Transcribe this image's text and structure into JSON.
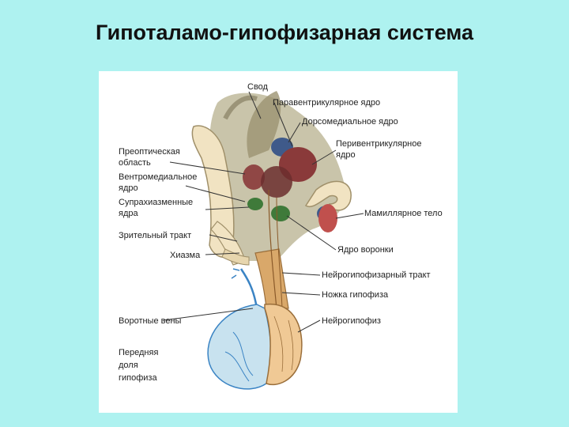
{
  "title": "Гипоталамо-гипофизарная система",
  "colors": {
    "background": "#aef2f0",
    "panel": "#ffffff",
    "nucleus_dark": "#8a3a3a",
    "nucleus_blue": "#3f5a8a",
    "nucleus_green": "#3f7a3a",
    "mamillary": "#c0504d",
    "portal_blue": "#3b84c4",
    "stalk": "#d9a86a"
  },
  "labels": {
    "fornix": "Свод",
    "paraventricular": "Паравентрикулярное ядро",
    "dorsomedial": "Дорсомедиальное ядро",
    "periventricular_1": "Перивентрикулярное",
    "periventricular_2": "ядро",
    "preoptic_1": "Преоптическая",
    "preoptic_2": "область",
    "ventromedial_1": "Вентромедиальное",
    "ventromedial_2": "ядро",
    "suprachiasmatic_1": "Супрахиазменные",
    "suprachiasmatic_2": "ядра",
    "mamillary": "Мамиллярное тело",
    "optic_tract": "Зрительный тракт",
    "chiasm": "Хиазма",
    "infundibular": "Ядро воронки",
    "neurohypophyseal_tract": "Нейрогипофизарный тракт",
    "pituitary_stalk": "Ножка гипофиза",
    "portal_veins": "Воротные вены",
    "neurohypophysis": "Нейрогипофиз",
    "anterior_1": "Передняя",
    "anterior_2": "доля",
    "anterior_3": "гипофиза"
  }
}
